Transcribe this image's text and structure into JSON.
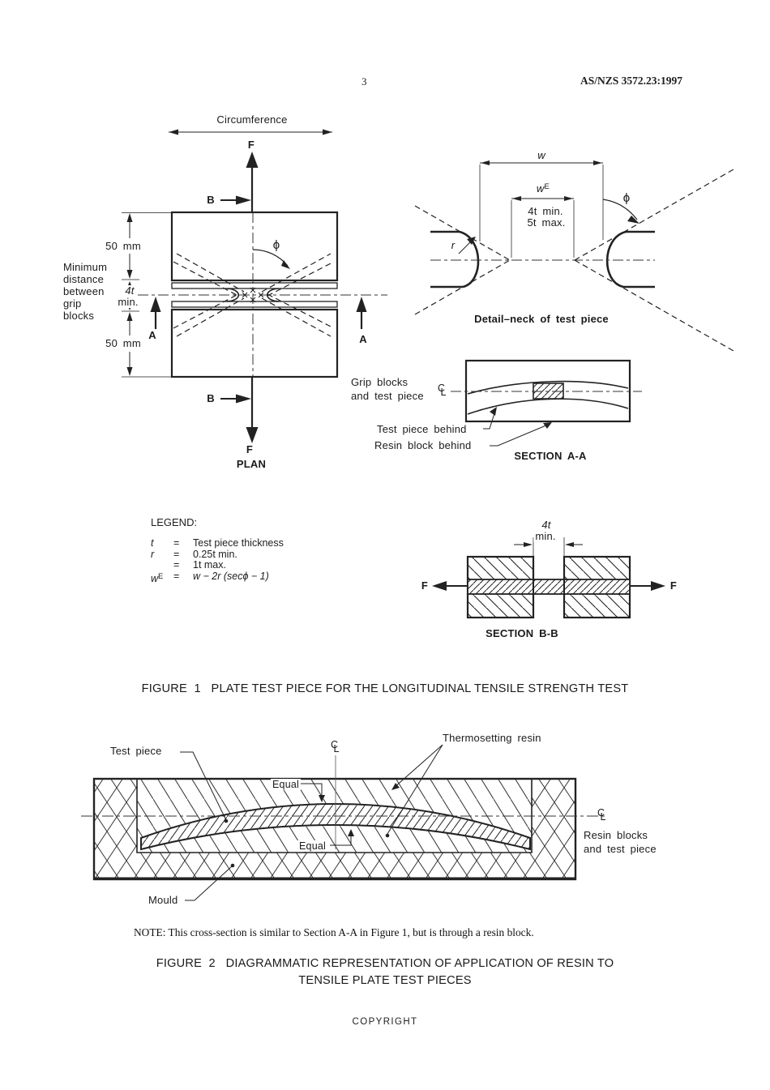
{
  "page": {
    "background": "#ffffff",
    "ink": "#222222"
  },
  "header": {
    "page_number": "3",
    "standard_number": "AS/NZS 3572.23:1997"
  },
  "figure1": {
    "plan": {
      "circumference": "Circumference",
      "force_label_top": "F",
      "force_label_bottom": "F",
      "section_b_label_top": "B",
      "section_b_label_bottom": "B",
      "section_a_label_left": "A",
      "section_a_label_right": "A",
      "dim_upper": "50 mm",
      "dim_lower": "50 mm",
      "dim_neck_value": "4t",
      "dim_neck_unit": "min.",
      "min_distance_note": "Minimum\ndistance\nbetween\ngrip\nblocks",
      "angle_label": "ϕ",
      "caption": "PLAN"
    },
    "detail_neck": {
      "width_label": "w",
      "effective_width_base": "w",
      "effective_width_sup": "E",
      "neck_min": "4t min.",
      "neck_max": "5t max.",
      "angle_label": "ϕ",
      "radius_label": "r",
      "caption": "Detail–neck of test piece"
    },
    "section_aa": {
      "grip_label_line1": "Grip blocks",
      "grip_label_line2": "and test piece",
      "test_piece_label": "Test piece behind",
      "resin_label": "Resin block behind",
      "caption": "SECTION A-A"
    },
    "legend": {
      "title": "LEGEND:",
      "eq": "=",
      "row_t": {
        "sym": "t",
        "val": "Test piece thickness"
      },
      "row_r": {
        "sym": "r",
        "val": "0.25t min."
      },
      "row_r2": {
        "val": "1t max."
      },
      "row_w": {
        "sym_base": "w",
        "sym_sup": "E",
        "val": "w − 2r (secϕ − 1)"
      }
    },
    "section_bb": {
      "dim_value": "4t",
      "dim_unit": "min.",
      "force_label_left": "F",
      "force_label_right": "F",
      "caption": "SECTION B-B"
    },
    "caption": "FIGURE  1   PLATE TEST PIECE FOR THE LONGITUDINAL TENSILE STRENGTH TEST"
  },
  "figure2": {
    "labels": {
      "test_piece": "Test piece",
      "thermosetting_resin": "Thermosetting resin",
      "equal_top": "Equal",
      "equal_bottom": "Equal",
      "resin_blocks_line1": "Resin blocks",
      "resin_blocks_line2": "and test piece",
      "mould": "Mould"
    },
    "note": "NOTE: This cross-section  is similar to Section A-A in Figure 1, but is through a resin block.",
    "caption_line1": "FIGURE  2   DIAGRAMMATIC REPRESENTATION OF APPLICATION OF RESIN TO",
    "caption_line2": "TENSILE PLATE TEST PIECES"
  },
  "footer": {
    "copyright": "COPYRIGHT"
  },
  "symbols": {
    "centerline_c": "C",
    "centerline_l": "L"
  }
}
